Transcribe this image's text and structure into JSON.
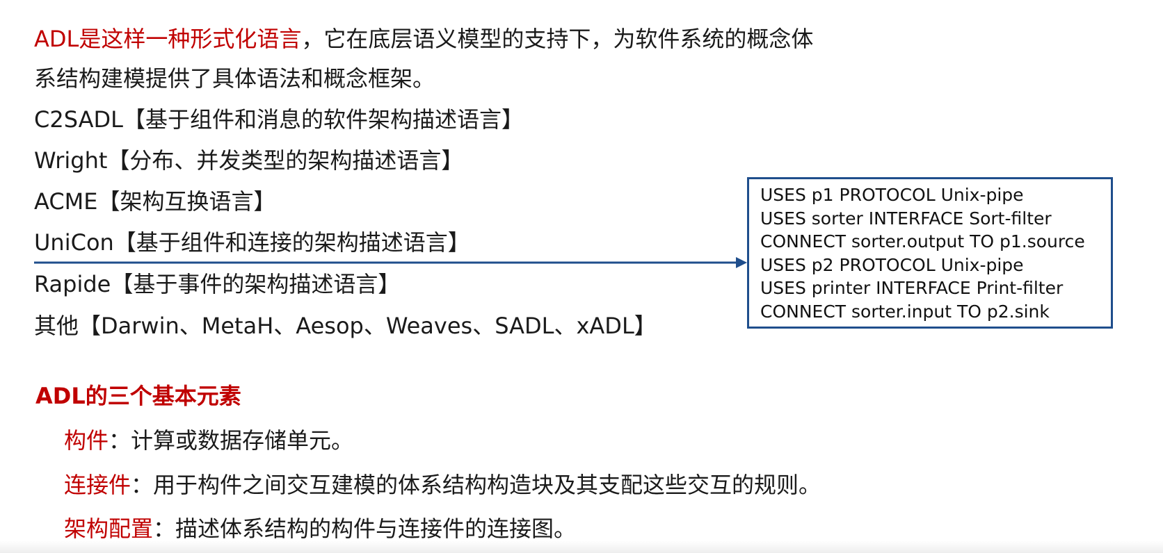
{
  "intro": {
    "highlight": "ADL是这样一种形式化语言",
    "rest": "，它在底层语义模型的支持下，为软件系统的概念体",
    "line2": "系结构建模提供了具体语法和概念框架。"
  },
  "languages": [
    "C2SADL【基于组件和消息的软件架构描述语言】",
    "Wright【分布、并发类型的架构描述语言】",
    "ACME【架构互换语言】",
    "UniCon【基于组件和连接的架构描述语言】",
    "Rapide【基于事件的架构描述语言】",
    "其他【Darwin、MetaH、Aesop、Weaves、SADL、xADL】"
  ],
  "code_box": [
    "USES p1 PROTOCOL Unix-pipe",
    "USES sorter INTERFACE Sort-filter",
    "CONNECT sorter.output TO p1.source",
    "USES p2 PROTOCOL Unix-pipe",
    "USES printer INTERFACE Print-filter",
    "CONNECT sorter.input TO p2.sink"
  ],
  "elements": {
    "heading": "ADL的三个基本元素",
    "items": [
      {
        "term": "构件",
        "desc": "：计算或数据存储单元。"
      },
      {
        "term": "连接件",
        "desc": "：用于构件之间交互建模的体系结构构造块及其支配这些交互的规则。"
      },
      {
        "term": "架构配置",
        "desc": "：描述体系结构的构件与连接件的连接图。"
      }
    ]
  },
  "colors": {
    "accent_red": "#c00000",
    "arrow_blue": "#1f4e8c",
    "box_border": "#1f4e8c"
  }
}
